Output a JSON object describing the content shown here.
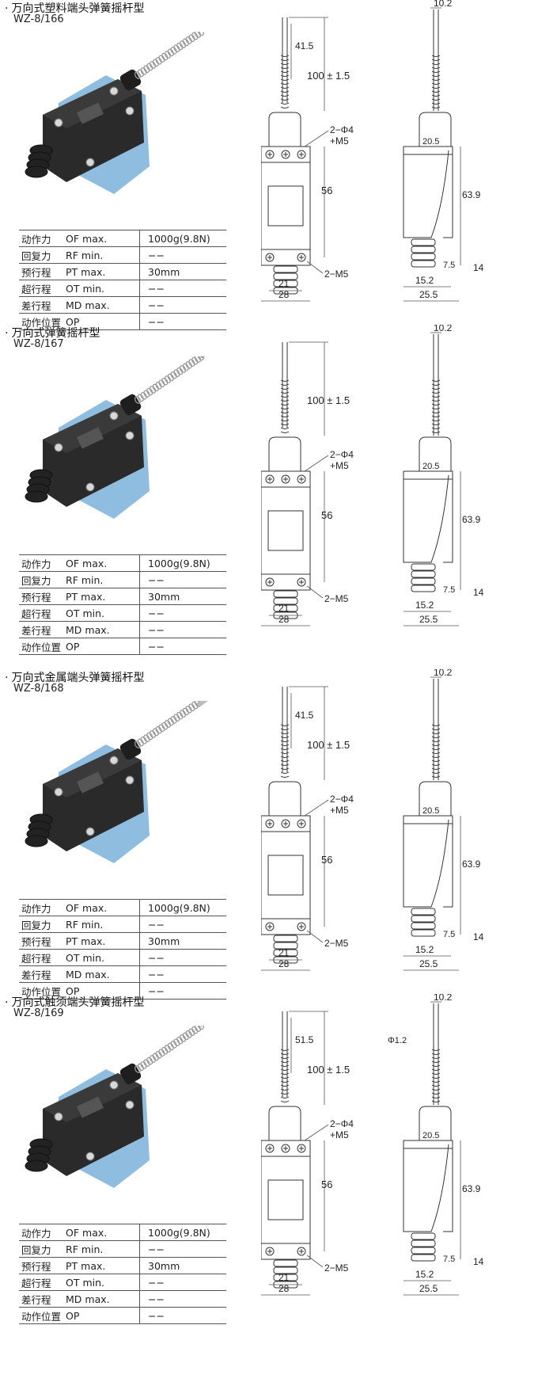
{
  "sections": [
    {
      "title": "万向式塑料端头弹簧摇杆型",
      "model": "WZ-8/166",
      "tip": "white-plastic-tip",
      "specs": [
        {
          "name": "动作力",
          "code": "OF max.",
          "value": "1000g(9.8N)"
        },
        {
          "name": "回复力",
          "code": "RF min.",
          "value": "−−"
        },
        {
          "name": "预行程",
          "code": "PT max.",
          "value": "30mm"
        },
        {
          "name": "超行程",
          "code": "OT min.",
          "value": "−−"
        },
        {
          "name": "差行程",
          "code": "MD max.",
          "value": "−−"
        },
        {
          "name": "动作位置",
          "code": "OP",
          "value": "−−"
        }
      ],
      "dims": {
        "top_len": "41.5",
        "total_len": "100 ± 1.5",
        "holes": "2−Φ4",
        "thread": "+M5",
        "height_56": "56",
        "bottom_m5": "2−M5",
        "w21": "21",
        "w28": "28",
        "side_w": "10.2",
        "side_205": "20.5",
        "side_639": "63.9",
        "side_75": "7.5",
        "side_14": "14",
        "side_152": "15.2",
        "side_255": "25.5"
      }
    },
    {
      "title": "万向式弹簧摇杆型",
      "model": "WZ-8/167",
      "tip": "none",
      "specs": [
        {
          "name": "动作力",
          "code": "OF max.",
          "value": "1000g(9.8N)"
        },
        {
          "name": "回复力",
          "code": "RF min.",
          "value": "−−"
        },
        {
          "name": "预行程",
          "code": "PT max.",
          "value": "30mm"
        },
        {
          "name": "超行程",
          "code": "OT min.",
          "value": "−−"
        },
        {
          "name": "差行程",
          "code": "MD max.",
          "value": "−−"
        },
        {
          "name": "动作位置",
          "code": "OP",
          "value": "−−"
        }
      ],
      "dims": {
        "top_len": "",
        "total_len": "100 ± 1.5",
        "holes": "2−Φ4",
        "thread": "+M5",
        "height_56": "56",
        "bottom_m5": "2−M5",
        "w21": "21",
        "w28": "28",
        "side_w": "10.2",
        "side_205": "20.5",
        "side_639": "63.9",
        "side_75": "7.5",
        "side_14": "14",
        "side_152": "15.2",
        "side_255": "25.5"
      }
    },
    {
      "title": "万向式金属端头弹簧摇杆型",
      "model": "WZ-8/168",
      "tip": "metal-rod-tip",
      "specs": [
        {
          "name": "动作力",
          "code": "OF max.",
          "value": "1000g(9.8N)"
        },
        {
          "name": "回复力",
          "code": "RF min.",
          "value": "−−"
        },
        {
          "name": "预行程",
          "code": "PT max.",
          "value": "30mm"
        },
        {
          "name": "超行程",
          "code": "OT min.",
          "value": "−−"
        },
        {
          "name": "差行程",
          "code": "MD max.",
          "value": "−−"
        },
        {
          "name": "动作位置",
          "code": "OP",
          "value": "−−"
        }
      ],
      "dims": {
        "top_len": "41.5",
        "total_len": "100 ± 1.5",
        "holes": "2−Φ4",
        "thread": "+M5",
        "height_56": "56",
        "bottom_m5": "2−M5",
        "w21": "21",
        "w28": "28",
        "side_w": "10.2",
        "side_205": "20.5",
        "side_639": "63.9",
        "side_75": "7.5",
        "side_14": "14",
        "side_152": "15.2",
        "side_255": "25.5"
      }
    },
    {
      "title": "万向式触须端头弹簧摇杆型",
      "model": "WZ-8/169",
      "tip": "whisker-tip",
      "specs": [
        {
          "name": "动作力",
          "code": "OF max.",
          "value": "1000g(9.8N)"
        },
        {
          "name": "回复力",
          "code": "RF min.",
          "value": "−−"
        },
        {
          "name": "预行程",
          "code": "PT max.",
          "value": "30mm"
        },
        {
          "name": "超行程",
          "code": "OT min.",
          "value": "−−"
        },
        {
          "name": "差行程",
          "code": "MD max.",
          "value": "−−"
        },
        {
          "name": "动作位置",
          "code": "OP",
          "value": "−−"
        }
      ],
      "dims": {
        "top_len": "51.5",
        "total_len": "100 ± 1.5",
        "holes": "2−Φ4",
        "thread": "+M5",
        "height_56": "56",
        "bottom_m5": "2−M5",
        "w21": "21",
        "w28": "28",
        "side_w": "10.2",
        "side_phi": "Φ1.2",
        "side_205": "20.5",
        "side_639": "63.9",
        "side_75": "7.5",
        "side_14": "14",
        "side_152": "15.2",
        "side_255": "25.5"
      }
    }
  ],
  "colors": {
    "body": "#2a2a2a",
    "base": "#8fbde0",
    "line": "#333333",
    "spring": "#9a9a9a"
  }
}
